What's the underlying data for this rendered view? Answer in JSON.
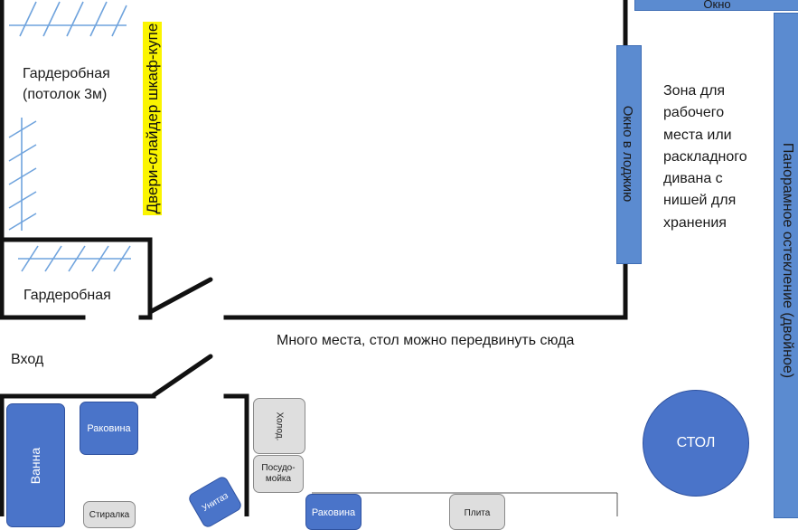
{
  "rooms": {
    "wardrobe_main": [
      "Гардеробная",
      "(потолок 3м)"
    ],
    "wardrobe_small": "Гардеробная",
    "entrance": "Вход",
    "sliding_doors": "Двери-слайдер шкаф-купе",
    "work_zone": [
      "Зона для",
      "рабочего",
      "места или",
      "раскладного",
      "дивана с",
      "нишей для",
      "хранения"
    ],
    "note": "Много места, стол можно передвинуть сюда"
  },
  "windows": {
    "top": "Окно",
    "loggia": "Окно в лоджию",
    "panoramic": "Панорамное остекление (двойное)"
  },
  "fixtures": {
    "bath": "Ванна",
    "sink_bath": "Раковина",
    "toilet": "Унитаз",
    "washer": "Стиралка",
    "fridge": "Холод.",
    "dishwasher": "Посудо-мойка",
    "sink_kitchen": "Раковина",
    "stove": "Плита",
    "table": "СТОЛ"
  },
  "colors": {
    "furniture_blue": "#4a74c9",
    "window_blue": "#5b8bd0",
    "wall": "#111111",
    "appliance_gray": "#dedede",
    "highlight_yellow": "#fbf500",
    "hatch_blue": "#6fa3dd"
  }
}
